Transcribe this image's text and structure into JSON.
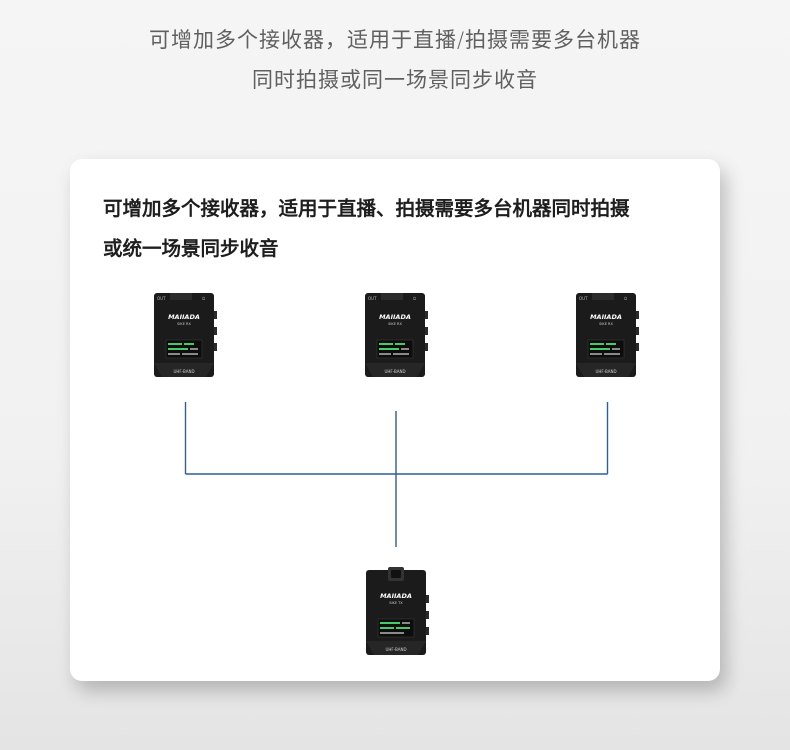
{
  "header": {
    "line1": "可增加多个接收器，适用于直播/拍摄需要多台机器",
    "line2": "同时拍摄或同一场景同步收音"
  },
  "card": {
    "line1": "可增加多个接收器，适用于直播、拍摄需要多台机器同时拍摄",
    "line2": "或统一场景同步收音"
  },
  "devices": {
    "receiver": {
      "brand": "MAIIADA",
      "model": "SIKE RX",
      "band": "UHF-BAND",
      "out": "OUT"
    },
    "transmitter": {
      "brand": "MAIIADA",
      "model": "SIKE TX",
      "band": "UHF-BAND"
    }
  },
  "colors": {
    "line": "#2f5f93",
    "device_body": "#1b1b1b",
    "screen_green": "#45c96a"
  }
}
